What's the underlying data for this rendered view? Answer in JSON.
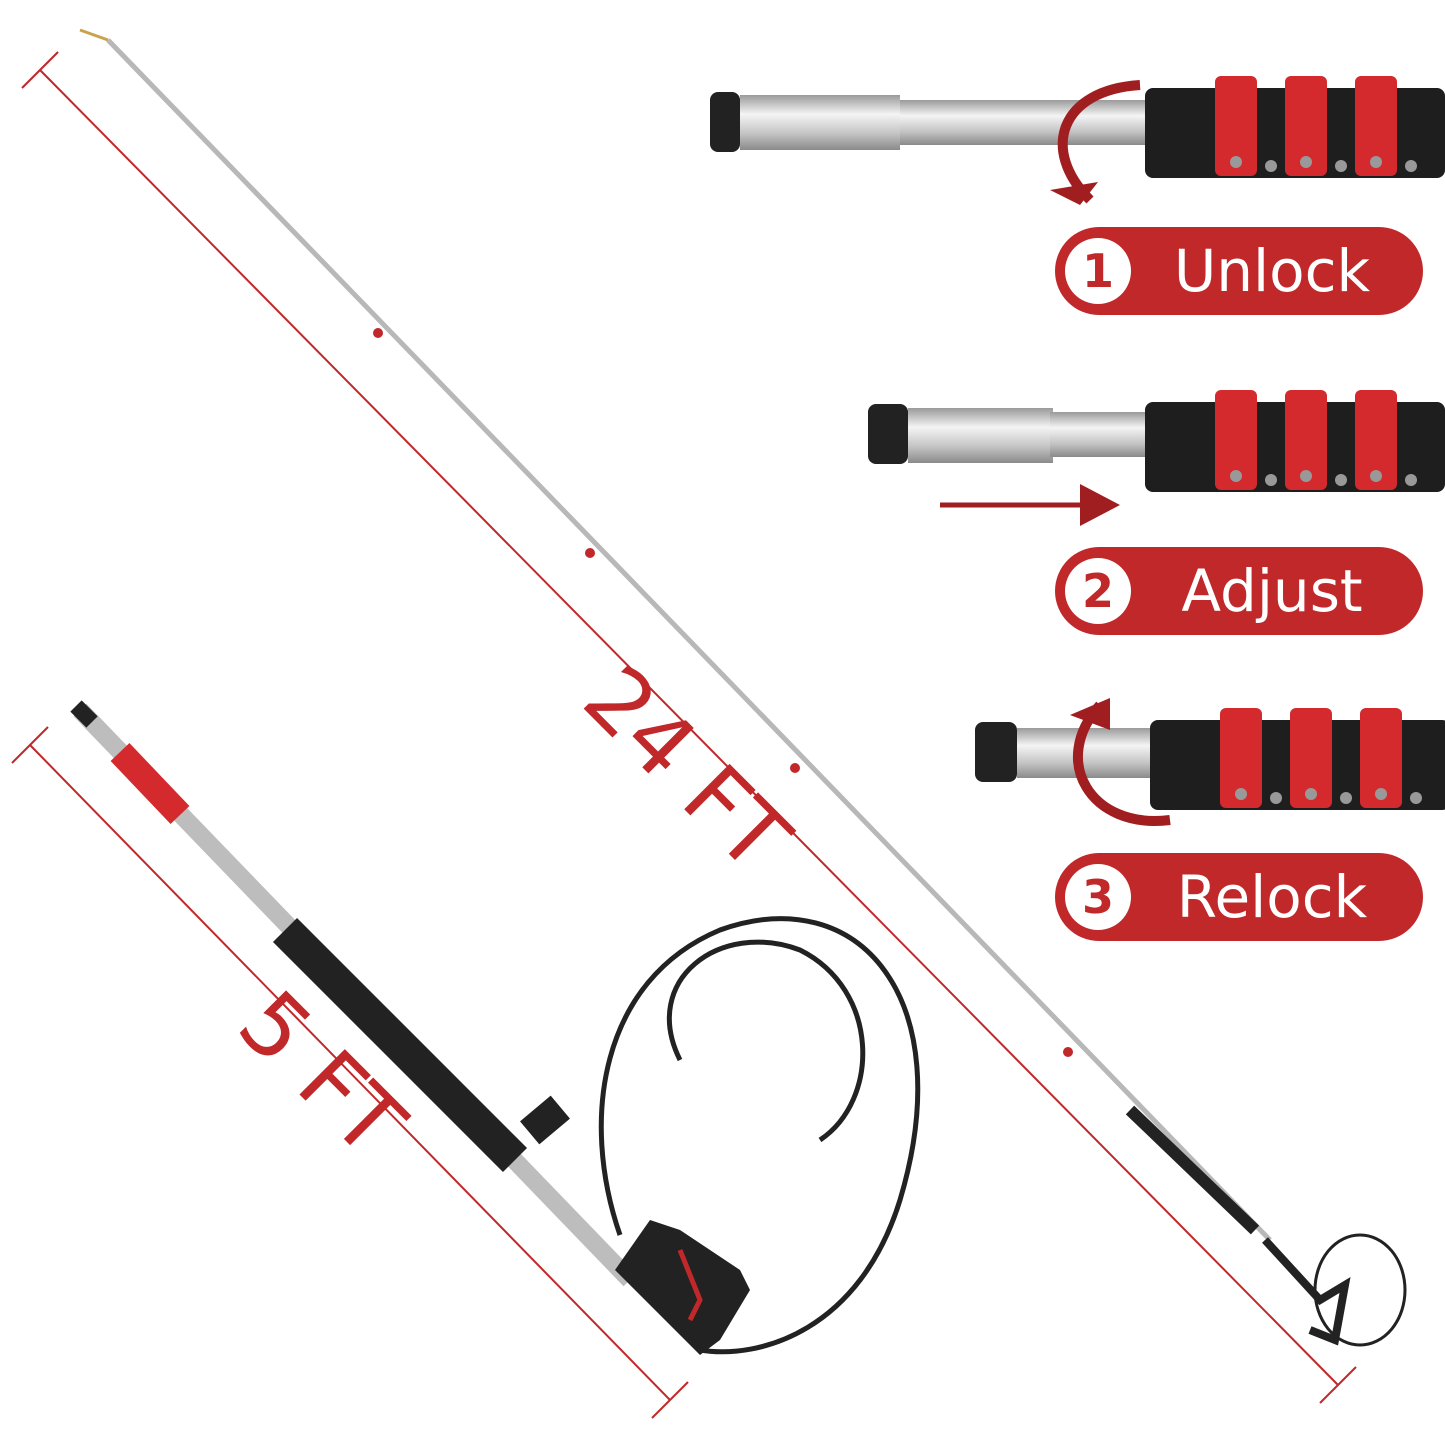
{
  "dimensions": {
    "long_length": "24 FT",
    "short_length": "5 FT"
  },
  "steps": [
    {
      "number": "1",
      "label": "Unlock",
      "icon": "rotate-arrow-icon"
    },
    {
      "number": "2",
      "label": "Adjust",
      "icon": "right-arrow-icon"
    },
    {
      "number": "3",
      "label": "Relock",
      "icon": "rotate-arrow-icon"
    }
  ],
  "colors": {
    "accent_red": "#c0282a",
    "pole_silver": "#c8c8c8",
    "grip_black": "#222222"
  }
}
